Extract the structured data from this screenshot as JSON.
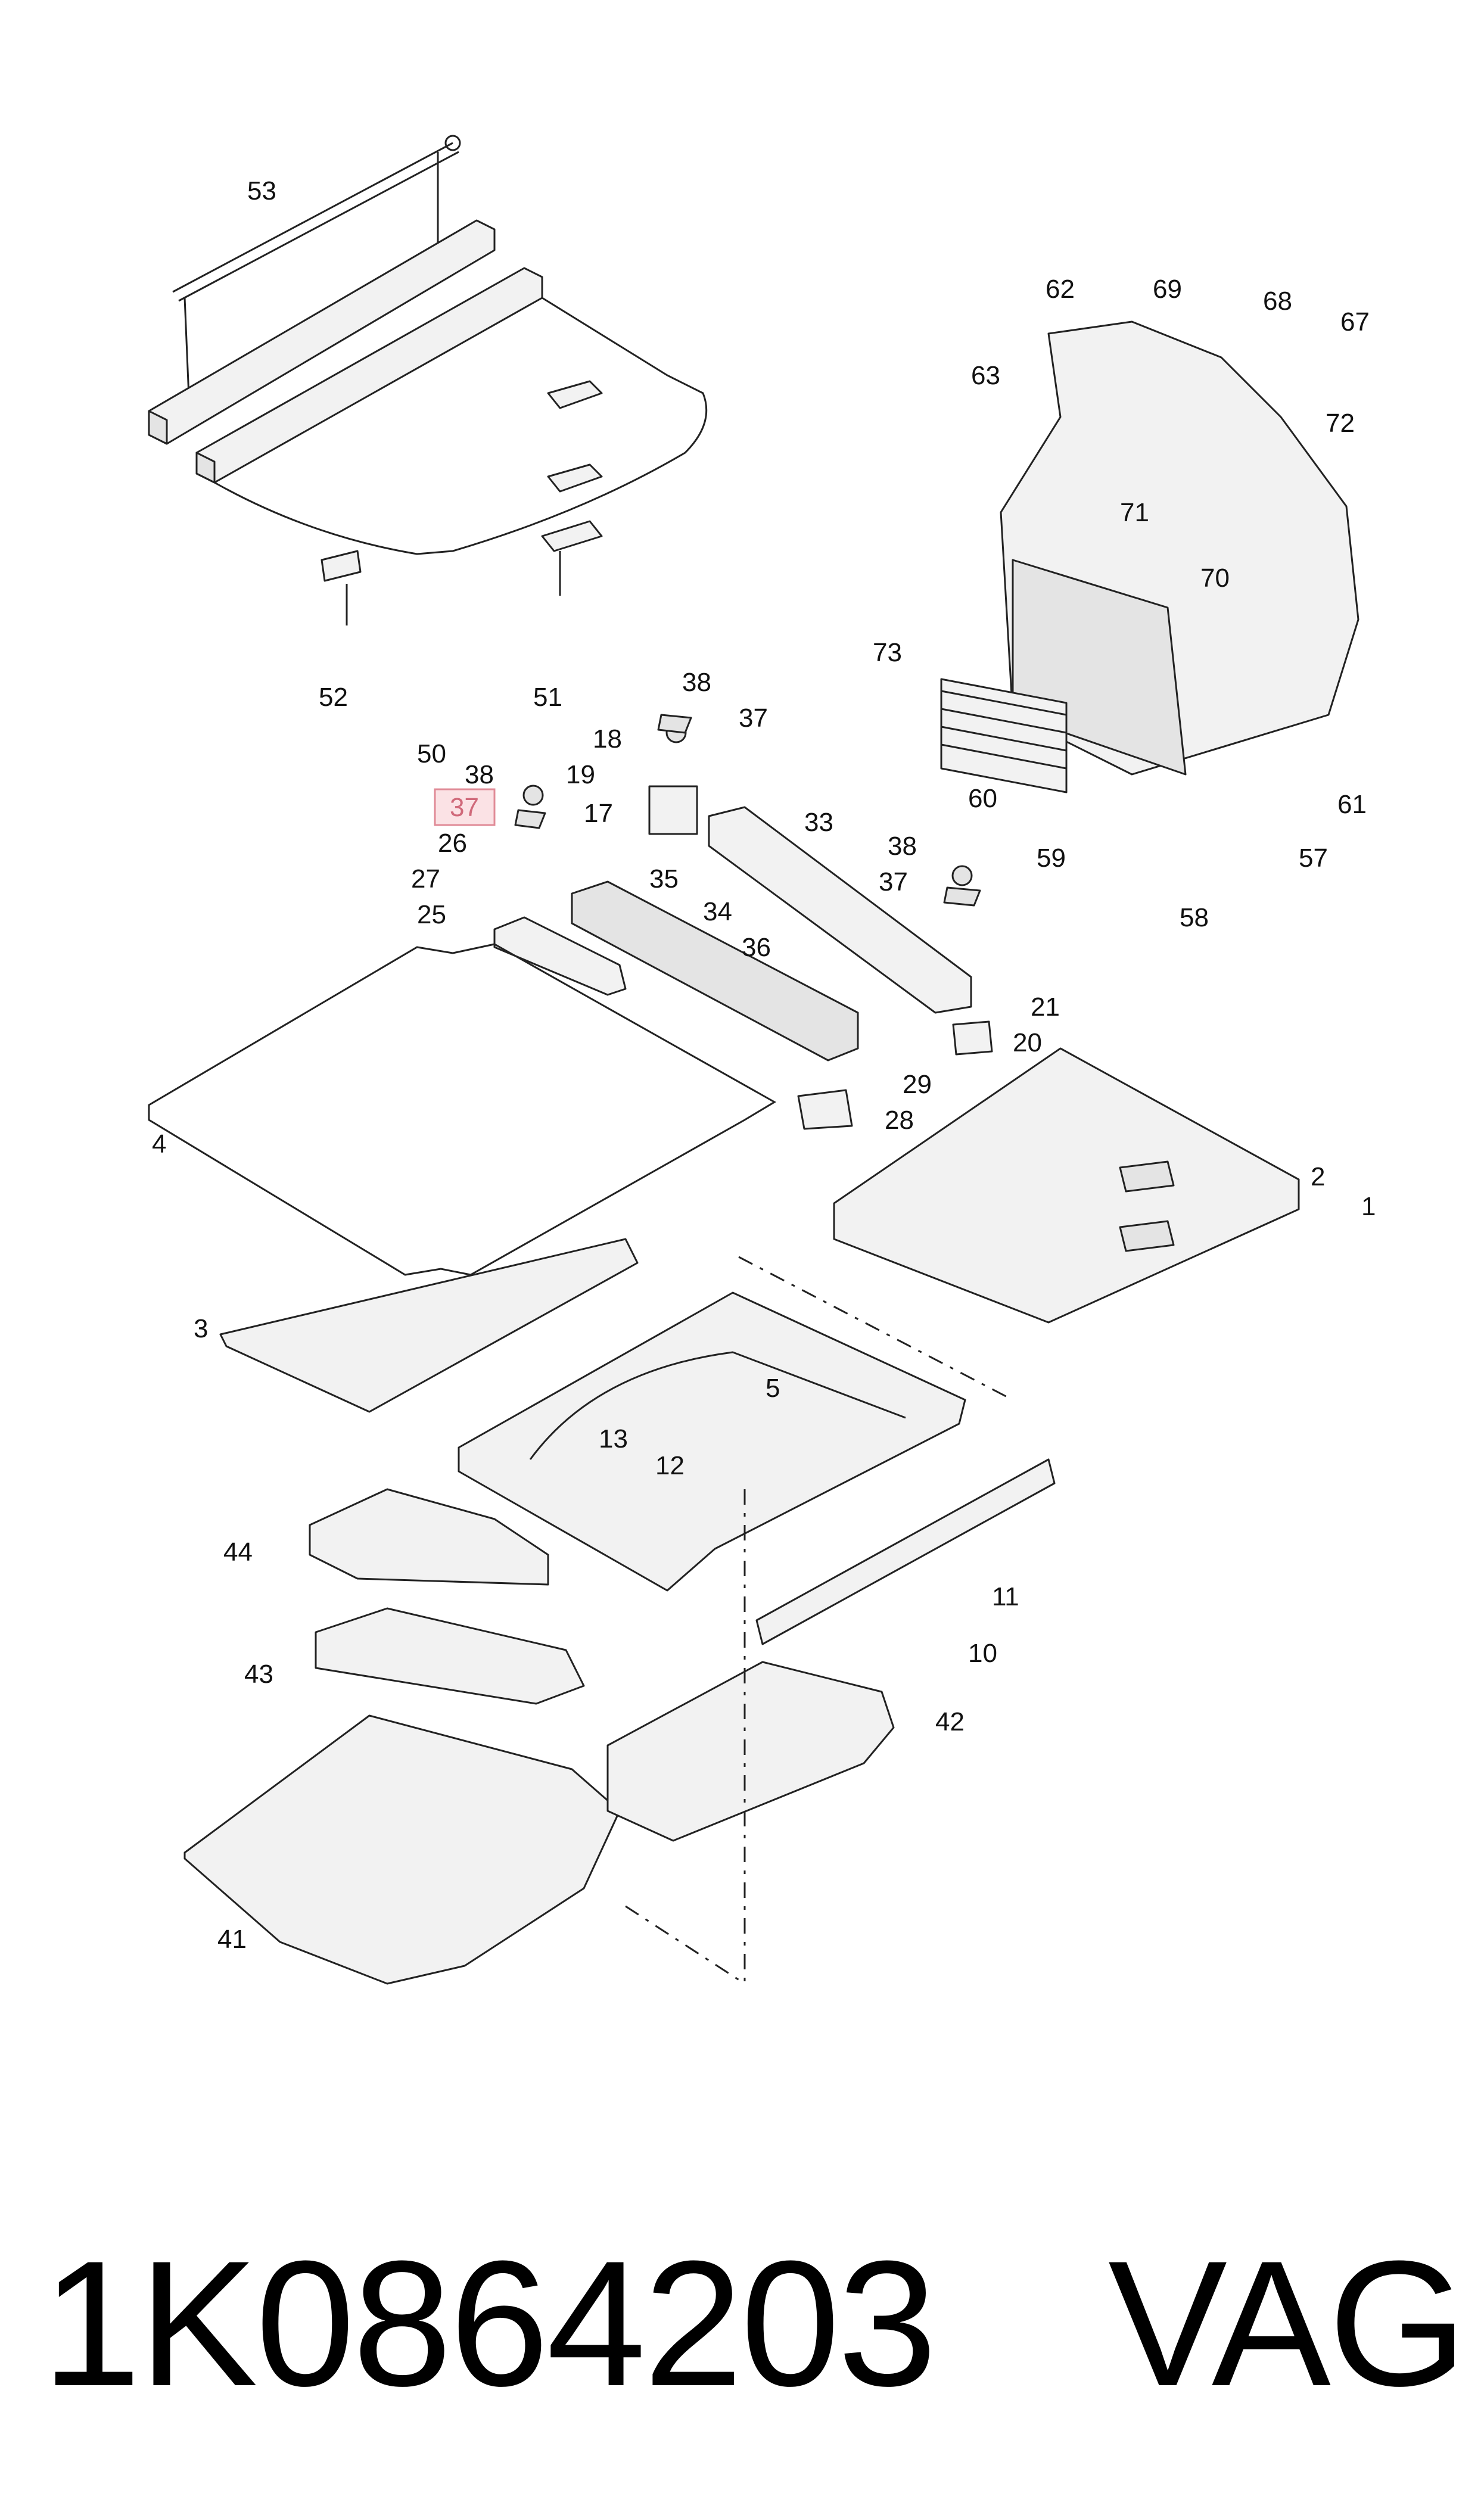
{
  "callouts": {
    "c1": "1",
    "c2": "2",
    "c3": "3",
    "c4": "4",
    "c5": "5",
    "c10": "10",
    "c11": "11",
    "c12": "12",
    "c13": "13",
    "c17": "17",
    "c18": "18",
    "c19": "19",
    "c20": "20",
    "c21": "21",
    "c25": "25",
    "c26": "26",
    "c27": "27",
    "c28": "28",
    "c29": "29",
    "c33": "33",
    "c34": "34",
    "c35": "35",
    "c36": "36",
    "c37a": "37",
    "c37b": "37",
    "c37c": "37",
    "c38a": "38",
    "c38b": "38",
    "c38c": "38",
    "c41": "41",
    "c42": "42",
    "c43": "43",
    "c44": "44",
    "c50": "50",
    "c51": "51",
    "c52": "52",
    "c53": "53",
    "c57": "57",
    "c58": "58",
    "c59": "59",
    "c60": "60",
    "c61": "61",
    "c62": "62",
    "c63": "63",
    "c67": "67",
    "c68": "68",
    "c69": "69",
    "c70": "70",
    "c71": "71",
    "c72": "72",
    "c73": "73"
  },
  "highlight": {
    "color": "#e08b97",
    "fill": "#fbe2e5"
  },
  "footer": {
    "part_number": "1K0864203",
    "brand": "VAG"
  }
}
